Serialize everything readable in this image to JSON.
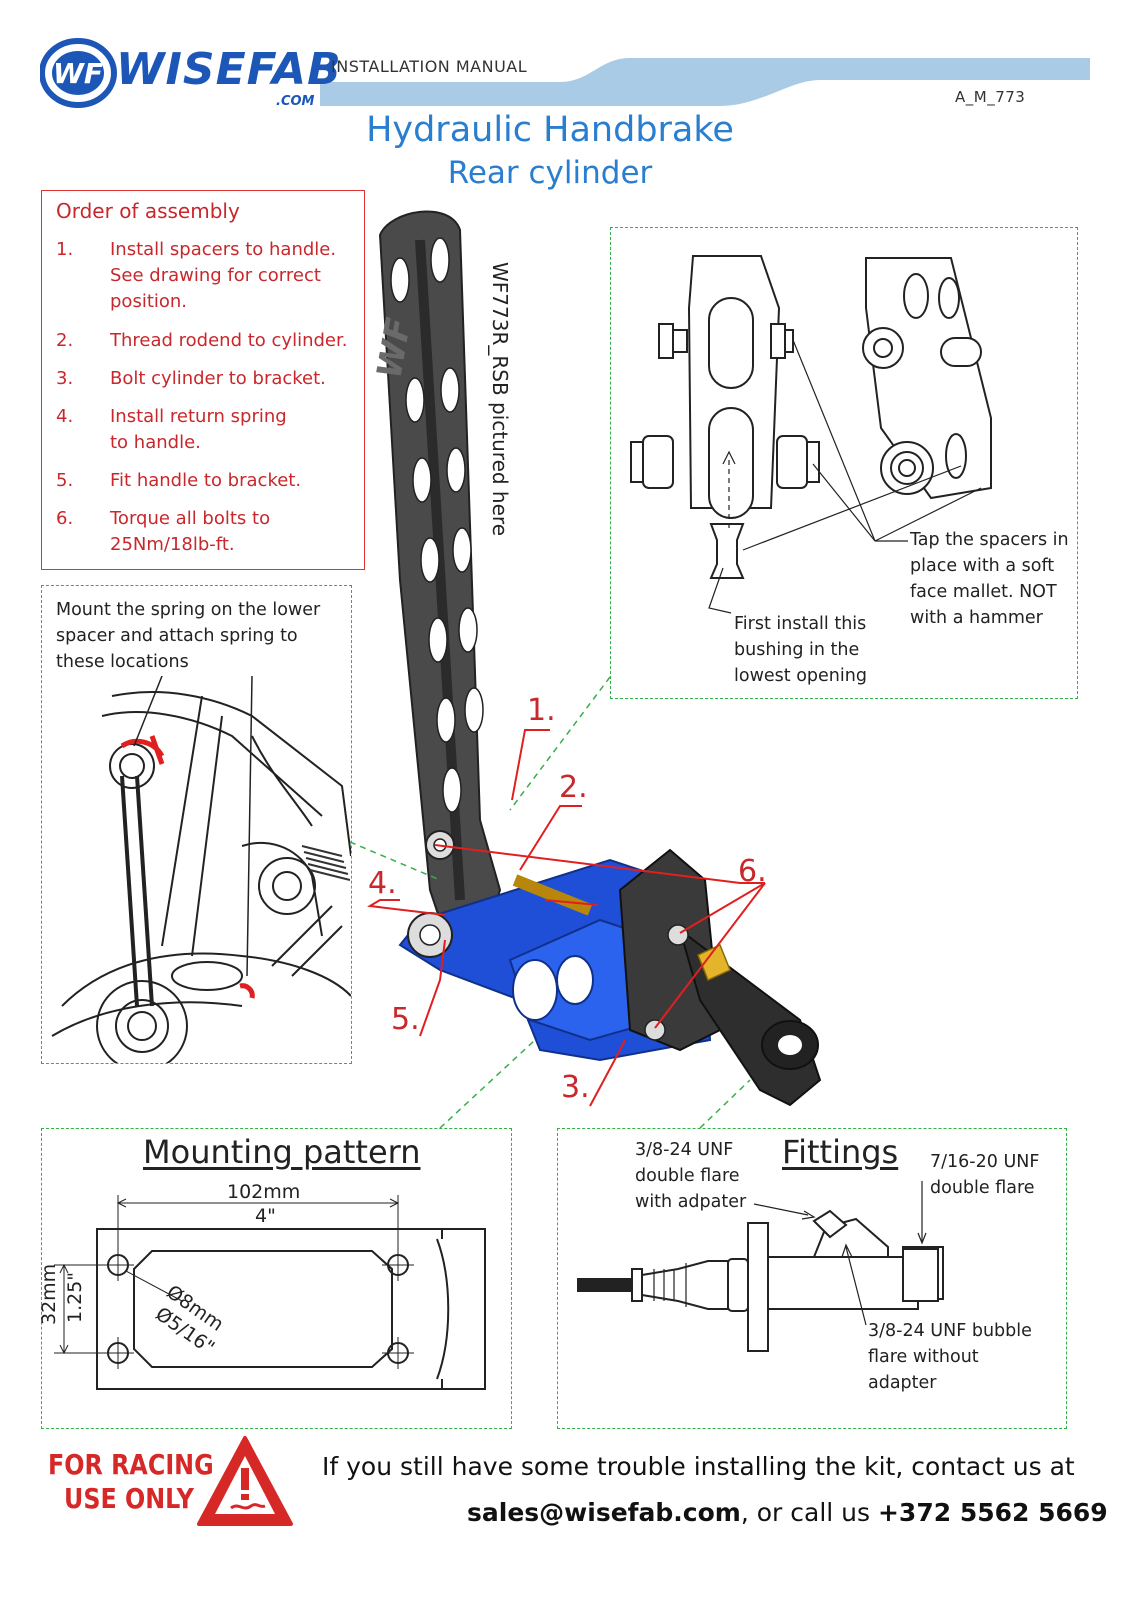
{
  "header": {
    "logo_text": "WISEFAB",
    "logo_mark": "WF",
    "logo_com": ".COM",
    "manual_label": "INSTALLATION MANUAL",
    "doc_number": "A_M_773",
    "title": "Hydraulic Handbrake",
    "subtitle": "Rear cylinder",
    "brand_color": "#1c57b8",
    "band_color": "#a9cbe6",
    "title_color": "#2a7ed0"
  },
  "assembly": {
    "title": "Order of assembly",
    "steps": [
      {
        "num": "1.",
        "text": "Install spacers to handle. See drawing for correct position."
      },
      {
        "num": "2.",
        "text": "Thread rodend to cylinder."
      },
      {
        "num": "3.",
        "text": "Bolt cylinder to bracket."
      },
      {
        "num": "4.",
        "text": "Install return spring to handle."
      },
      {
        "num": "5.",
        "text": "Fit handle to bracket."
      },
      {
        "num": "6.",
        "text": "Torque all bolts to 25Nm/18lb-ft."
      }
    ],
    "text_color": "#c8272b"
  },
  "spring_note": "Mount the spring on the lower spacer and attach spring to these locations",
  "product_label": "WF773R_RSB pictured here",
  "callouts": [
    "1.",
    "2.",
    "3.",
    "4.",
    "5.",
    "6."
  ],
  "spacers": {
    "bushing_note": "First install this bushing in the lowest opening",
    "tap_note": "Tap the spacers in place with a soft face mallet. NOT with a hammer"
  },
  "mounting": {
    "title": "Mounting pattern",
    "width_mm": "102mm",
    "width_in": "4\"",
    "height_mm": "32mm",
    "height_in": "1.25\"",
    "hole_mm": "Ø8mm",
    "hole_in": "Ø5/16\""
  },
  "fittings": {
    "title": "Fittings",
    "adapter_label": "3/8-24 UNF double flare with adpater",
    "outlet_label": "7/16-20 UNF double flare",
    "bubble_label": "3/8-24 UNF bubble flare without adapter"
  },
  "footer": {
    "warning_line1": "FOR RACING",
    "warning_line2": "USE ONLY",
    "contact_text": "If you still have some trouble installing the kit, contact us at",
    "email": "sales@wisefab.com",
    "call_text": ", or call us ",
    "phone": "+372 5562 5669",
    "warning_color": "#d62826"
  }
}
